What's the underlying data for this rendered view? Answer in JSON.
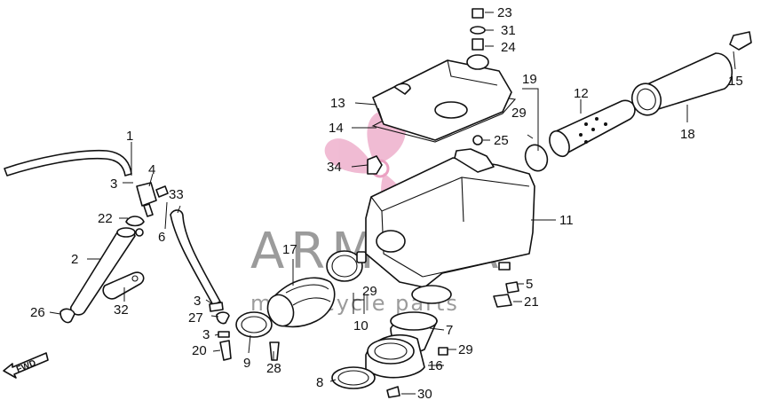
{
  "watermark": {
    "brand": "ARMADA",
    "tagline": "motorcycle parts",
    "logo_color": "#e8a0c0",
    "text_color": "#8a8a8a"
  },
  "direction_label": "FWD",
  "callouts": [
    {
      "key": "n1",
      "label": "1"
    },
    {
      "key": "n2",
      "label": "2"
    },
    {
      "key": "n3a",
      "label": "3"
    },
    {
      "key": "n3b",
      "label": "3"
    },
    {
      "key": "n3c",
      "label": "3"
    },
    {
      "key": "n4",
      "label": "4"
    },
    {
      "key": "n5",
      "label": "5"
    },
    {
      "key": "n6",
      "label": "6"
    },
    {
      "key": "n7",
      "label": "7"
    },
    {
      "key": "n8",
      "label": "8"
    },
    {
      "key": "n9",
      "label": "9"
    },
    {
      "key": "n10",
      "label": "10"
    },
    {
      "key": "n11",
      "label": "11"
    },
    {
      "key": "n12",
      "label": "12"
    },
    {
      "key": "n13",
      "label": "13"
    },
    {
      "key": "n14",
      "label": "14"
    },
    {
      "key": "n15",
      "label": "15"
    },
    {
      "key": "n16",
      "label": "16"
    },
    {
      "key": "n17",
      "label": "17"
    },
    {
      "key": "n18",
      "label": "18"
    },
    {
      "key": "n19",
      "label": "19"
    },
    {
      "key": "n20",
      "label": "20"
    },
    {
      "key": "n21",
      "label": "21"
    },
    {
      "key": "n22",
      "label": "22"
    },
    {
      "key": "n23",
      "label": "23"
    },
    {
      "key": "n24",
      "label": "24"
    },
    {
      "key": "n25",
      "label": "25"
    },
    {
      "key": "n26",
      "label": "26"
    },
    {
      "key": "n27",
      "label": "27"
    },
    {
      "key": "n28",
      "label": "28"
    },
    {
      "key": "n29a",
      "label": "29"
    },
    {
      "key": "n29b",
      "label": "29"
    },
    {
      "key": "n29c",
      "label": "29"
    },
    {
      "key": "n30",
      "label": "30"
    },
    {
      "key": "n31",
      "label": "31"
    },
    {
      "key": "n32",
      "label": "32"
    },
    {
      "key": "n33",
      "label": "33"
    },
    {
      "key": "n34",
      "label": "34"
    }
  ]
}
